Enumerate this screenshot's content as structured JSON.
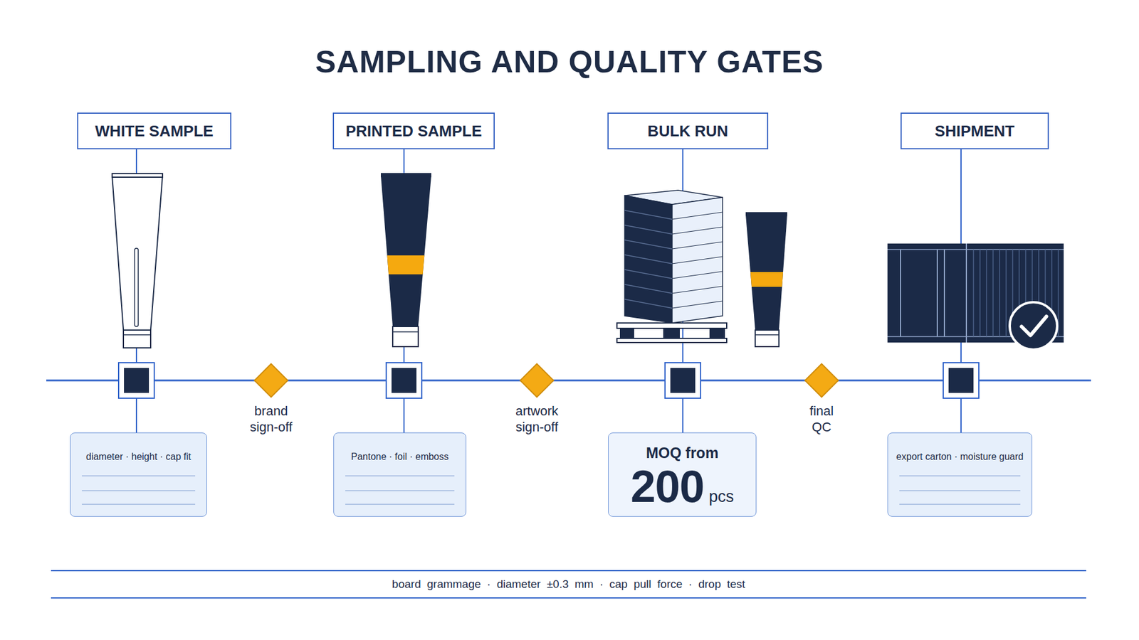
{
  "diagram": {
    "title": "SAMPLING AND QUALITY GATES",
    "nodes": [
      {
        "text": [
          "WHITE SAMPLE"
        ]
      },
      {
        "text": [
          "PRINTED SAMPLE"
        ]
      },
      {
        "text": [
          "BULK RUN"
        ]
      },
      {
        "text": [
          "SHIPMENT"
        ]
      },
      {
        "text": [
          "brand sign-off"
        ]
      },
      {
        "text": [
          "artwork sign-off"
        ]
      },
      {
        "text": [
          "final QC"
        ]
      },
      {
        "text": [
          "diameter · height · cap fit"
        ]
      },
      {
        "text": [
          "Pantone · foil · emboss"
        ]
      },
      {
        "text": [
          "MOQ from",
          "200",
          "pcs"
        ]
      },
      {
        "text": [
          "export carton · moisture guard"
        ]
      },
      {
        "text": [
          "board grammage · diameter ±0.3 mm · cap pull force · drop test"
        ]
      }
    ],
    "edges": [
      {
        "from": 0,
        "to": 7,
        "arrow": "none"
      },
      {
        "from": 1,
        "to": 8,
        "arrow": "none"
      },
      {
        "from": 2,
        "to": 9,
        "arrow": "none"
      },
      {
        "from": 3,
        "to": 10,
        "arrow": "none"
      },
      {
        "from": 4,
        "to": 5,
        "arrow": "none"
      },
      {
        "from": 5,
        "to": 6,
        "arrow": "none"
      }
    ]
  }
}
